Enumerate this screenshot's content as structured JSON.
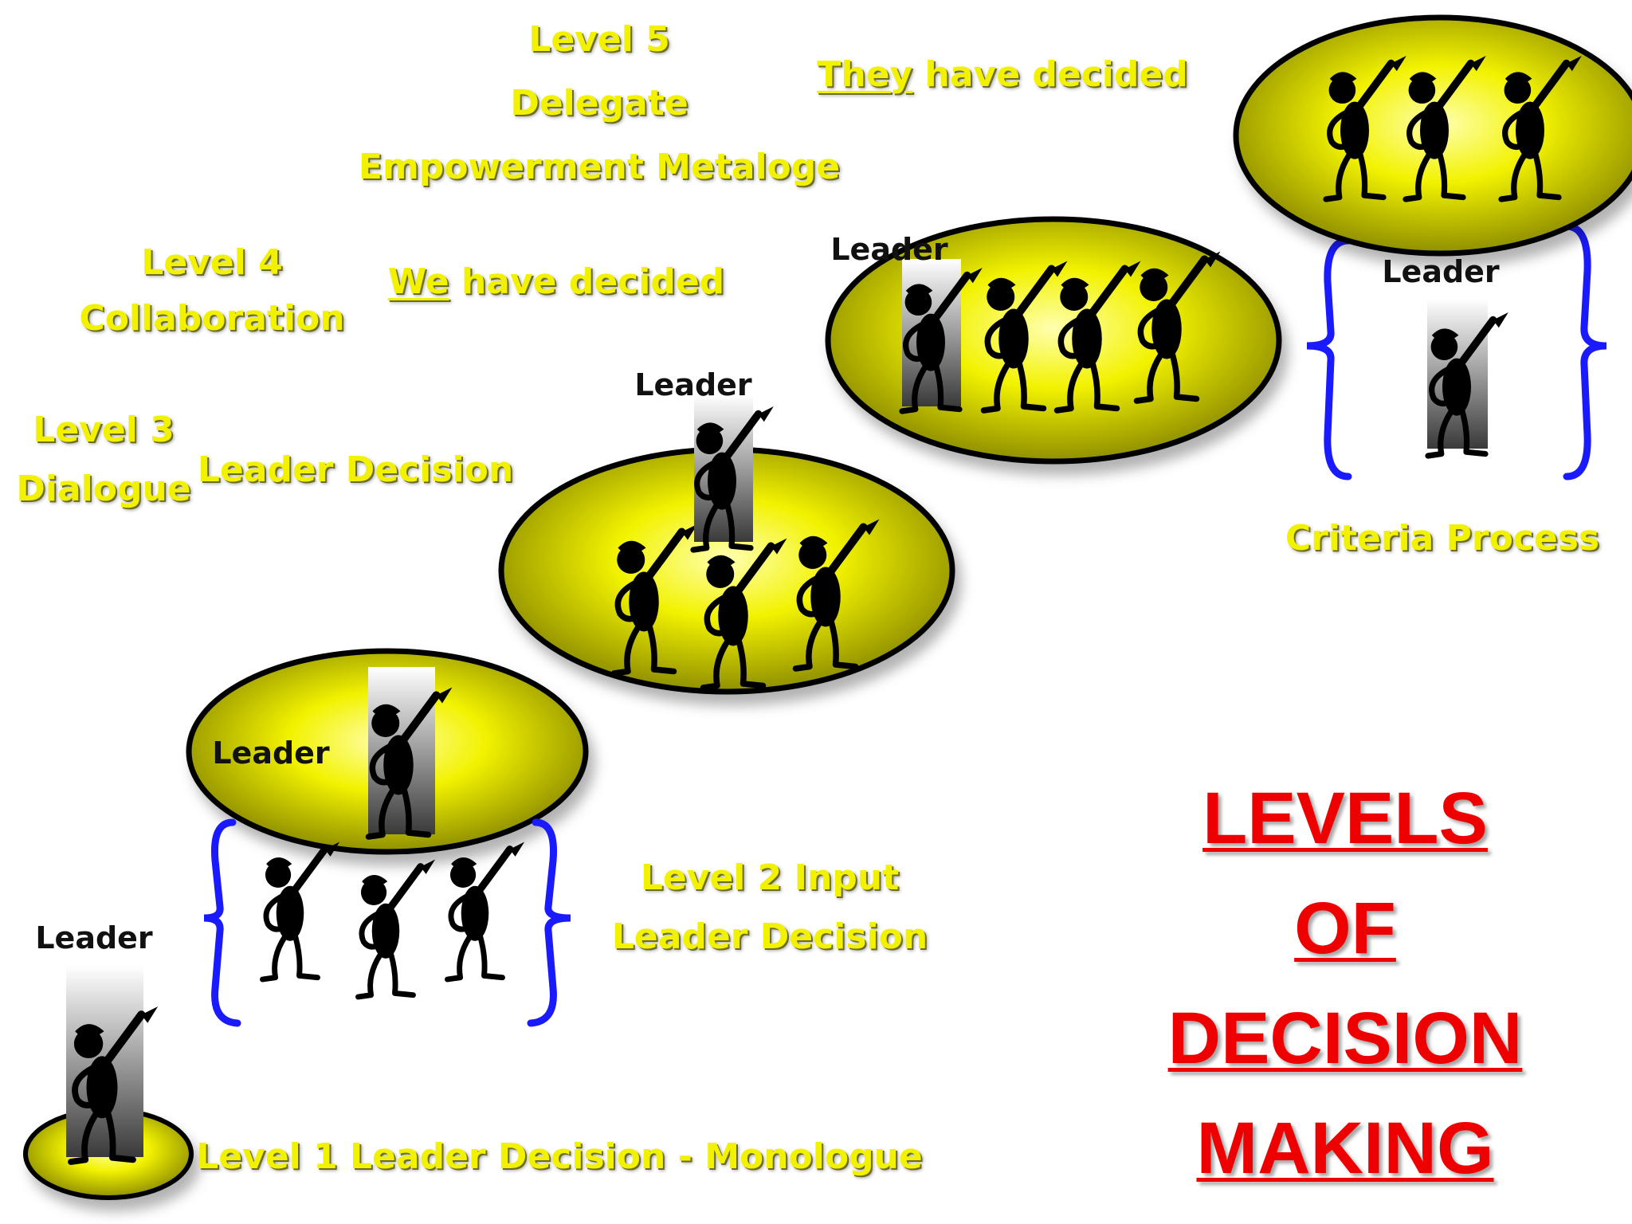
{
  "labels": {
    "level5": "Level 5",
    "delegate": "Delegate",
    "empowerment": "Empowerment Metaloge",
    "they_underlined": "They",
    "they_rest": " have decided",
    "level4": "Level 4",
    "collaboration": "Collaboration",
    "we_underlined": "We",
    "we_rest": " have decided",
    "level3": "Level 3",
    "dialogue": "Dialogue",
    "level3_decision": "Leader Decision",
    "level2_input": "Level 2 Input",
    "level2_decision": "Leader Decision",
    "level1": "Level 1 Leader Decision - Monologue",
    "criteria_process": "Criteria Process",
    "leader": "Leader"
  },
  "title": {
    "line1": "LEVELS OF",
    "line2": "DECISION",
    "line3": "MAKING"
  },
  "colors": {
    "level_text": "#f2f200",
    "title": "#ee0000",
    "disc_fill": "#e6e600",
    "disc_outline": "#000000",
    "bracket": "#1a1aff",
    "figure": "#000000"
  }
}
